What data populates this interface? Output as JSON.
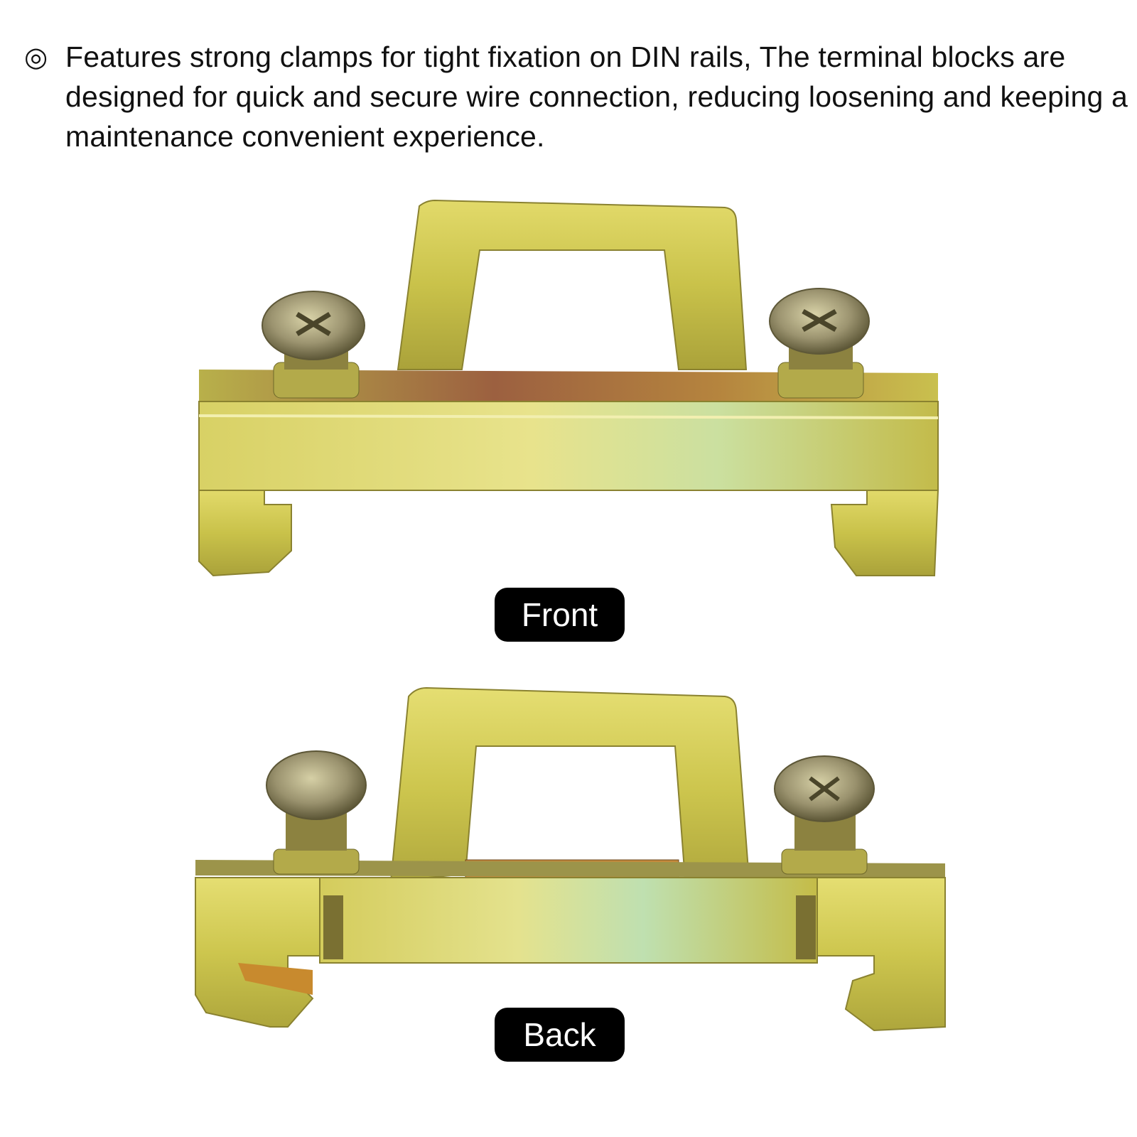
{
  "feature": {
    "bullet_icon": "double-circle-bullet",
    "text": "Features strong clamps for tight fixation on DIN rails, The terminal blocks are designed for quick and secure wire connection, reducing loosening and keeping a maintenance convenient experience."
  },
  "views": {
    "front_label": "Front",
    "back_label": "Back"
  },
  "colors": {
    "metal_light": "#e6e27a",
    "metal_mid": "#c9c24a",
    "metal_dark": "#8f8a2a",
    "label_bg": "#000000",
    "label_text": "#ffffff"
  }
}
